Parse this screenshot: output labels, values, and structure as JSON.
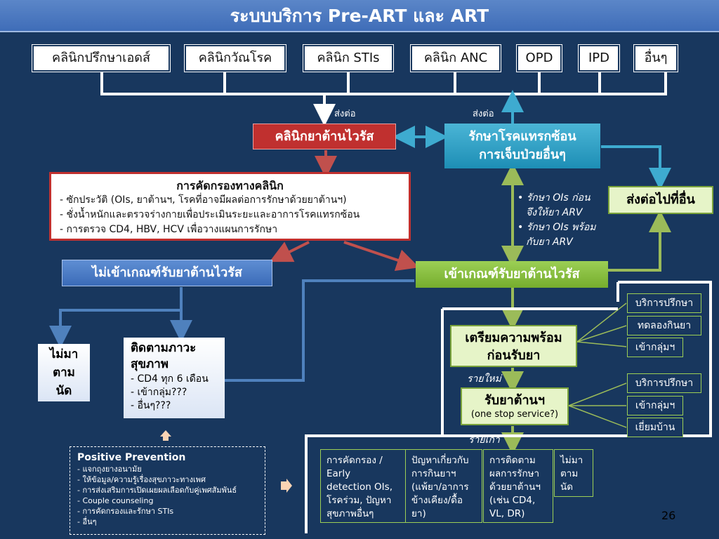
{
  "title": "ระบบบริการ Pre-ART และ ART",
  "clinics": [
    "คลินิกปรึกษาเอดส์",
    "คลินิกวัณโรค",
    "คลินิก STIs",
    "คลินิก ANC",
    "OPD",
    "IPD",
    "อื่นๆ"
  ],
  "refer_label_left": "ส่งต่อ",
  "refer_label_right": "ส่งต่อ",
  "arv_clinic": "คลินิกยาต้านไวรัส",
  "oi_treatment": {
    "line1": "รักษาโรคแทรกซ้อน",
    "line2": "การเจ็บป่วยอื่นๆ"
  },
  "refer_other": "ส่งต่อไปที่อื่น",
  "screening": {
    "heading": "การคัดกรองทางคลินิก",
    "items": [
      "- ซักประวัติ (OIs, ยาต้านฯ, โรคที่อาจมีผลต่อการรักษาด้วยยาต้านฯ)",
      "- ชั่งน้ำหนักและตรวจร่างกายเพื่อประเมินระยะและอาการโรคแทรกซ้อน",
      "- การตรวจ CD4, HBV, HCV เพื่อวางแผนการรักษา"
    ]
  },
  "oi_notes": [
    "• รักษา OIs ก่อน",
    "จึงให้ยา ARV",
    "• รักษา OIs พร้อม",
    "กับยา ARV"
  ],
  "not_eligible": "ไม่เข้าเกณฑ์รับยาต้านไวรัส",
  "eligible": "เข้าเกณฑ์รับยาต้านไวรัส",
  "no_show_left": [
    "ไม่มา",
    "ตาม",
    "นัด"
  ],
  "follow_up": {
    "heading1": "ติดตามภาวะ",
    "heading2": "สุขภาพ",
    "items": [
      "- CD4 ทุก 6 เดือน",
      "- เข้ากลุ่ม???",
      "- อื่นๆ???"
    ]
  },
  "prepare": {
    "line1": "เตรียมความพร้อม",
    "line2": "ก่อนรับยา"
  },
  "prepare_side": [
    "บริการปรึกษา",
    "ทดลองกินยา",
    "เข้ากลุ่มฯ"
  ],
  "new_patient": "รายใหม่",
  "receive": {
    "line1": "รับยาต้านฯ",
    "line2": "(one stop service?)"
  },
  "receive_side": [
    "บริการปรึกษา",
    "เข้ากลุ่มฯ",
    "เยี่ยมบ้าน"
  ],
  "old_patient": "รายเก่า",
  "bottom_boxes": [
    [
      "การคัดกรอง /",
      "Early",
      "detection OIs,",
      "โรคร่วม, ปัญหา",
      "สุขภาพอื่นๆ"
    ],
    [
      "ปัญหาเกี่ยวกับ",
      "การกินยาฯ",
      "(แพ้ยา/อาการ",
      "ข้างเคียง/ดื้อ",
      "ยา)"
    ],
    [
      "การติดตาม",
      "ผลการรักษา",
      "ด้วยยาต้านฯ",
      "(เช่น CD4,",
      "VL, DR)"
    ],
    [
      "ไม่มา",
      "ตาม",
      "นัด"
    ]
  ],
  "positive_prevention": {
    "heading": "Positive Prevention",
    "items": [
      "- แจกถุงยางอนามัย",
      "- ให้ข้อมูล/ความรู้เรื่องสุขภาวะทางเพศ",
      "- การส่งเสริมการเปิดเผยผลเลือดกับคู่เพศสัมพันธ์",
      "- Couple counseling",
      "- การคัดกรองและรักษา STIs",
      "- อื่นๆ"
    ]
  },
  "page_number": "26",
  "colors": {
    "background": "#18375e",
    "red": "#c0302f",
    "cyan": "#2aa0c6",
    "green": "#8cc14a",
    "blue": "#4a7cc7"
  }
}
